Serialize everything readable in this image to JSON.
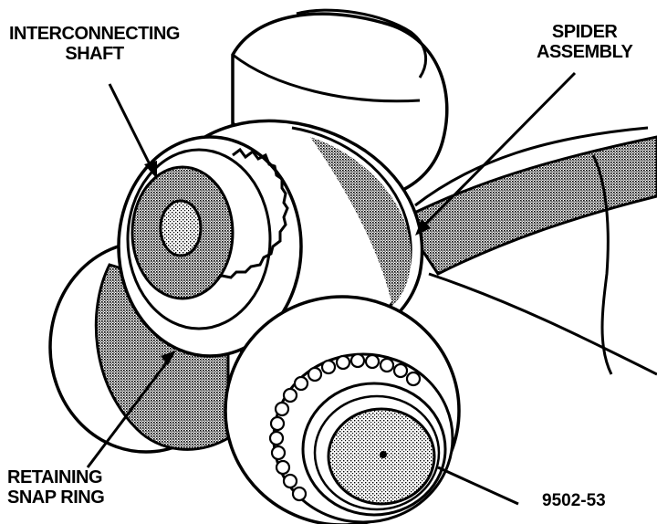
{
  "figure": {
    "labels": {
      "interconnecting_shaft": [
        "INTERCONNECTING",
        "SHAFT"
      ],
      "spider_assembly": [
        "SPIDER",
        "ASSEMBLY"
      ],
      "retaining_snap_ring": [
        "RETAINING",
        "SNAP RING"
      ]
    },
    "figure_number": "9502-53"
  },
  "colors": {
    "ink": "#000000",
    "paper": "#ffffff",
    "shading": "#555555"
  }
}
